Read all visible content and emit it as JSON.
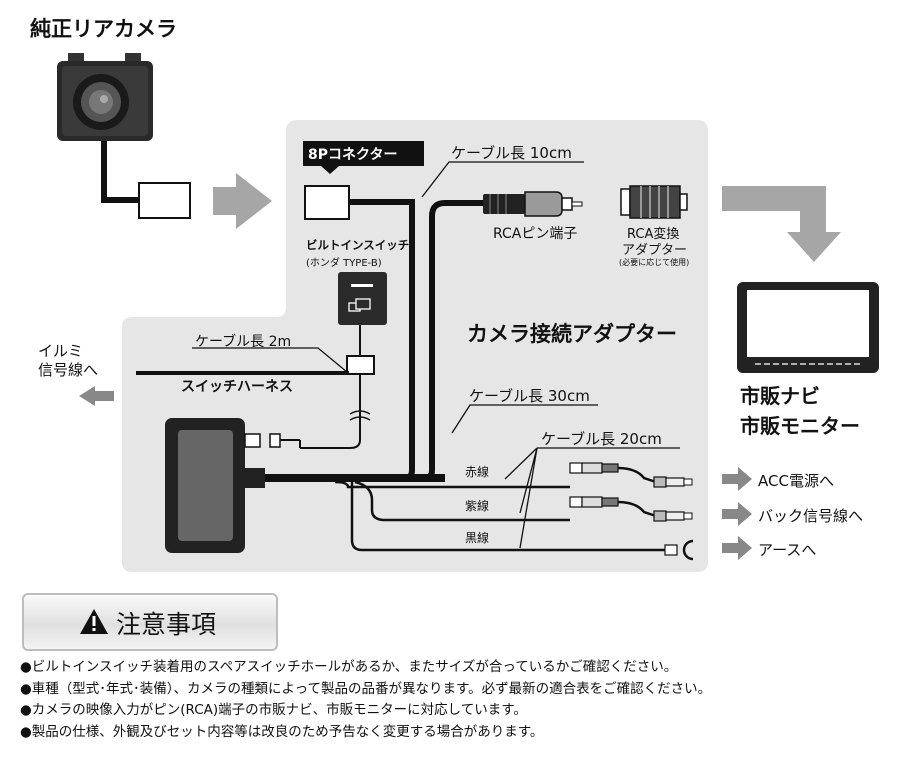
{
  "camera": {
    "title": "純正リアカメラ"
  },
  "adapter": {
    "title": "カメラ接続アダプター",
    "connector_8p": "8Pコネクター",
    "builtin_switch": {
      "title": "ビルトインスイッチ",
      "subtitle": "(ホンダ TYPE-B)"
    },
    "rca_pin": "RCAピン端子",
    "rca_adapter": {
      "line1": "RCA変換",
      "line2": "アダプター",
      "note": "(必要に応じて使用)"
    },
    "cable_10cm": "ケーブル長 10cm",
    "cable_2m": "ケーブル長 2m",
    "cable_30cm": "ケーブル長 30cm",
    "cable_20cm": "ケーブル長 20cm",
    "switch_harness": "スイッチハーネス",
    "illumi": {
      "line1": "イルミ",
      "line2": "信号線へ"
    },
    "wires": {
      "red": "赤線",
      "purple": "紫線",
      "black": "黒線"
    }
  },
  "outputs": {
    "acc": "ACC電源へ",
    "back": "バック信号線へ",
    "ground": "アースへ"
  },
  "monitor": {
    "line1": "市販ナビ",
    "line2": "市販モニター"
  },
  "caution": {
    "title": "注意事項",
    "items": [
      "●ビルトインスイッチ装着用のスペアスイッチホールがあるか、またサイズが合っているかご確認ください。",
      "●車種（型式･年式･装備）、カメラの種類によって製品の品番が異なります。必ず最新の適合表をご確認ください。",
      "●カメラの映像入力がピン(RCA)端子の市販ナビ、市販モニターに対応しています。",
      "●製品の仕様、外観及びセット内容等は改良のため予告なく変更する場合があります。"
    ]
  },
  "colors": {
    "panel": "#e6e6e6",
    "arrow": "#a6a6a6",
    "cable": "#111111",
    "dark": "#222222"
  }
}
